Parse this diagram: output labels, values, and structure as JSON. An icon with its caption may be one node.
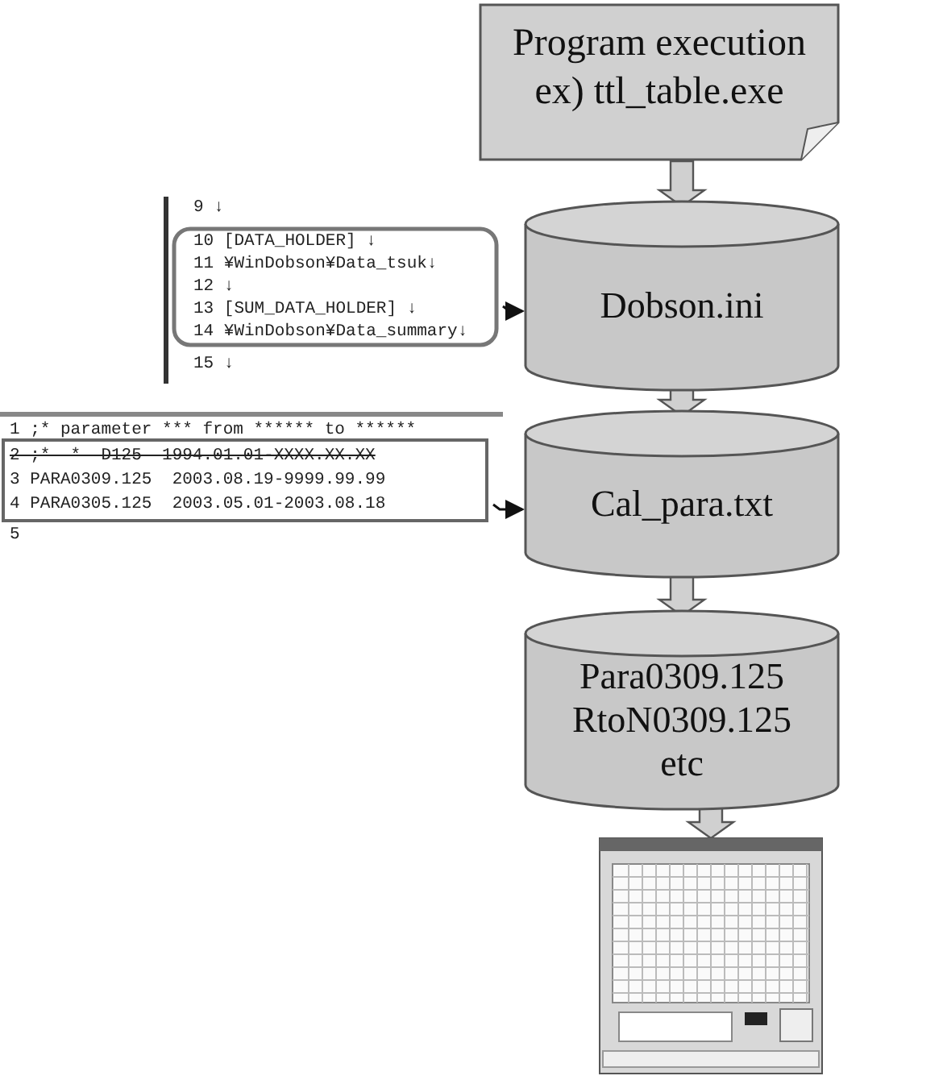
{
  "diagram": {
    "nodes": [
      {
        "text": [
          "Program execution ex) ttl_table.exe"
        ]
      },
      {
        "text": [
          "9 ↓",
          "15 ↓"
        ]
      },
      {
        "text": [
          "10 [DATA_HOLDER] ↓",
          "11 ¥WinDobson¥Data_tsuk↓",
          "12 ↓",
          "13 [SUM_DATA_HOLDER] ↓",
          "14 ¥WinDobson¥Data_summary↓"
        ],
        "in": 1
      },
      {
        "text": [
          "Dobson.ini"
        ]
      },
      {
        "text": [
          "1 ;* parameter *** from ****** to ******",
          "5"
        ]
      },
      {
        "text": [
          "2 ;*  *  D125  1994.01.01-XXXX.XX.XX",
          "3 PARA0309.125  2003.08.19-9999.99.99",
          "4 PARA0305.125  2003.05.01-2003.08.18"
        ],
        "in": 4
      },
      {
        "text": [
          "Cal_para.txt"
        ]
      },
      {
        "text": [
          "Para0309.125 RtoN0309.125 etc"
        ]
      },
      {
        "text": [],
        "shape": "picture"
      }
    ],
    "edges": [
      {
        "from": 0,
        "to": 3,
        "arrow": "to",
        "style": "thick"
      },
      {
        "from": 2,
        "to": 3,
        "arrow": "to"
      },
      {
        "from": 3,
        "to": 6,
        "arrow": "to",
        "style": "thick"
      },
      {
        "from": 5,
        "to": 6,
        "arrow": "to"
      },
      {
        "from": 6,
        "to": 7,
        "arrow": "to",
        "style": "thick"
      },
      {
        "from": 7,
        "to": 8,
        "arrow": "to",
        "style": "thick"
      }
    ]
  }
}
